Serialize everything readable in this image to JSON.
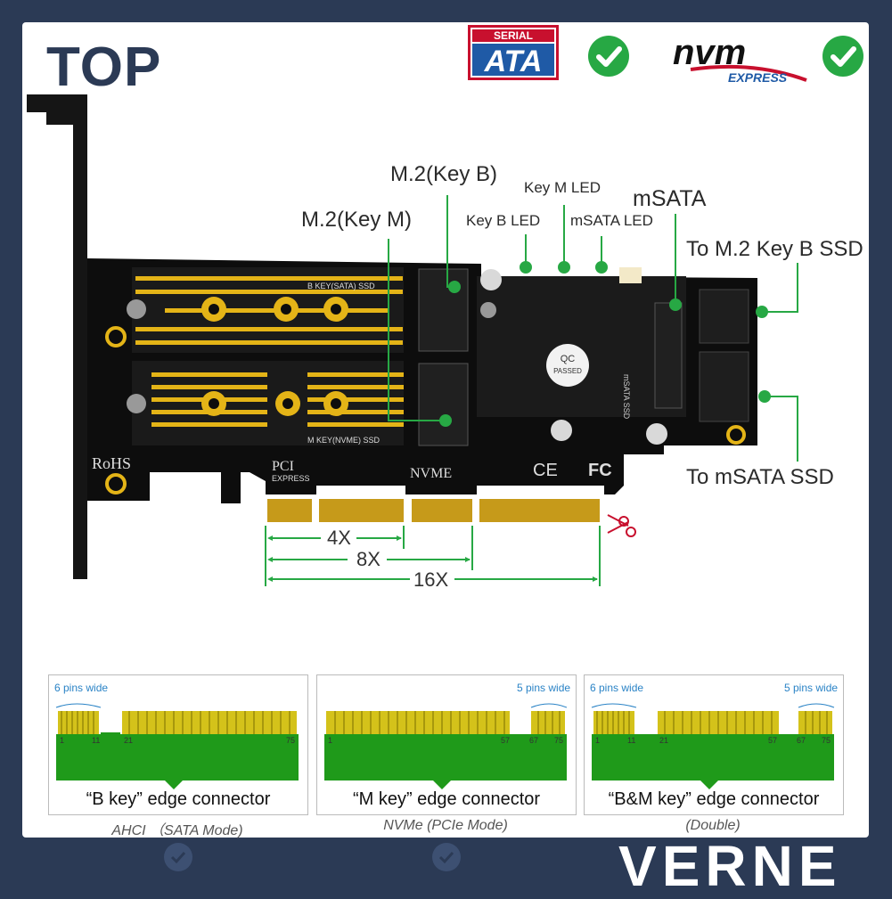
{
  "header": {
    "top_label": "TOP"
  },
  "logos": {
    "sata": {
      "line1": "SERIAL",
      "line2": "ATA"
    },
    "nvm": {
      "line1": "nvm",
      "line2": "EXPRESS"
    }
  },
  "callouts": {
    "m2_key_b": "M.2(Key B)",
    "m2_key_m": "M.2(Key M)",
    "key_m_led": "Key M LED",
    "key_b_led": "Key B LED",
    "msata_led": "mSATA LED",
    "msata": "mSATA",
    "to_m2_key_b_ssd": "To M.2 Key B SSD",
    "to_msata_ssd": "To mSATA SSD"
  },
  "board": {
    "b_key_slot": "B KEY(SATA) SSD",
    "m_key_slot": "M KEY(NVME) SSD",
    "rohs": "RoHS",
    "pci_line1": "PCI",
    "pci_line2": "EXPRESS",
    "nvme": "NVME",
    "qc_line1": "QC",
    "qc_line2": "PASSED",
    "ce": "CE",
    "fc": "FC",
    "msata_ssd": "mSATA SSD"
  },
  "dimensions": {
    "x4": "4X",
    "x8": "8X",
    "x16": "16X"
  },
  "connectors": [
    {
      "caption": "“B key” edge connector",
      "mode": "AHCI （SATA Mode)",
      "left_width": "6 pins wide",
      "right_width": "",
      "pins": [
        "1",
        "11",
        "21",
        "75"
      ]
    },
    {
      "caption": "“M key” edge connector",
      "mode": "NVMe (PCIe Mode)",
      "left_width": "",
      "right_width": "5 pins wide",
      "pins": [
        "1",
        "57",
        "67",
        "75"
      ]
    },
    {
      "caption": "“B&M key” edge connector",
      "mode": "(Double)",
      "left_width": "6 pins wide",
      "right_width": "5 pins wide",
      "pins": [
        "1",
        "11",
        "21",
        "57",
        "67",
        "75"
      ]
    }
  ],
  "footer": {
    "brand": "VERNE"
  },
  "colors": {
    "background": "#2b3a55",
    "accent_green": "#27a844",
    "pcb": "#0d0d0d",
    "gold": "#e4b417"
  }
}
